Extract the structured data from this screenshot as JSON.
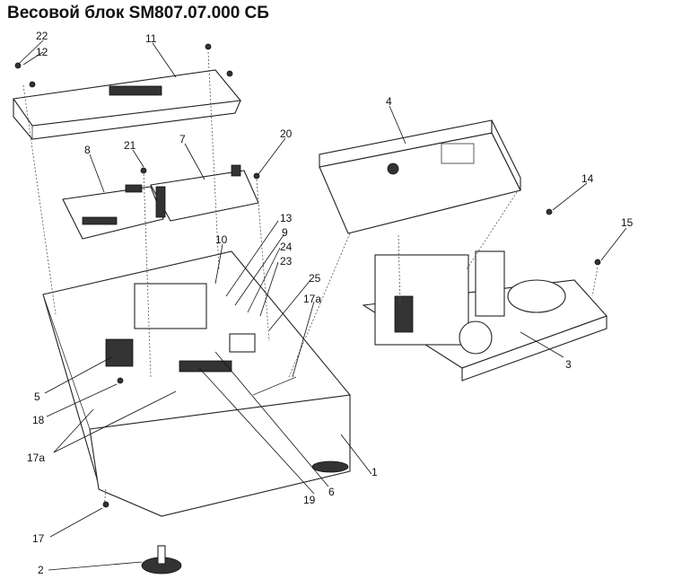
{
  "title": "Весовой блок SM807.07.000 СБ",
  "callouts": [
    {
      "label": "22"
    },
    {
      "label": "12"
    },
    {
      "label": "11"
    },
    {
      "label": "8"
    },
    {
      "label": "21"
    },
    {
      "label": "7"
    },
    {
      "label": "20"
    },
    {
      "label": "4"
    },
    {
      "label": "14"
    },
    {
      "label": "15"
    },
    {
      "label": "10"
    },
    {
      "label": "13"
    },
    {
      "label": "9"
    },
    {
      "label": "24"
    },
    {
      "label": "23"
    },
    {
      "label": "25"
    },
    {
      "label": "17a"
    },
    {
      "label": "3"
    },
    {
      "label": "5"
    },
    {
      "label": "18"
    },
    {
      "label": "17a"
    },
    {
      "label": "1"
    },
    {
      "label": "19"
    },
    {
      "label": "6"
    },
    {
      "label": "17"
    },
    {
      "label": "2"
    }
  ]
}
